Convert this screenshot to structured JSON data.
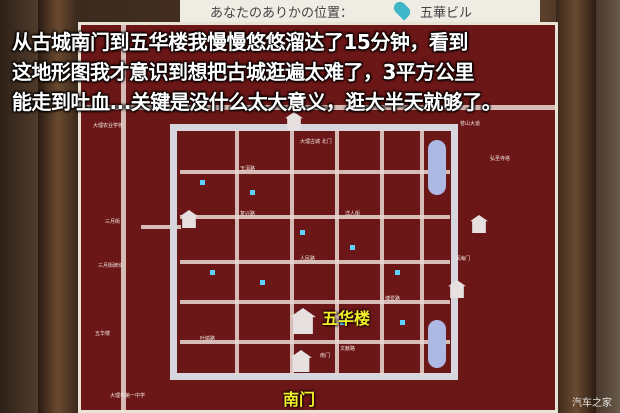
{
  "sign_top": {
    "title_jp": "あなたのありかの位置：",
    "label_jp": "五華ビル"
  },
  "caption": {
    "line1": "从古城南门到五华楼我慢慢悠悠溜达了15分钟，看到",
    "line2": "这地形图我才意识到想把古城逛遍太难了，3平方公里",
    "line3": "能走到吐血...关键是没什么太大意义，逛大半天就够了。"
  },
  "highlights": {
    "wuhualou": "五华楼",
    "south_gate": "南门"
  },
  "map_labels": [
    "大理古城 北门",
    "大理农业学校",
    "三月街",
    "三月街牌坊",
    "玉洱路",
    "复兴路",
    "人民路",
    "洋人街",
    "博爱路",
    "叶榆路",
    "文献路",
    "南门",
    "五华楼",
    "大理市第一中学",
    "弘圣寺塔",
    "苍山大道",
    "洱海门"
  ],
  "watermark": "汽车之家"
}
